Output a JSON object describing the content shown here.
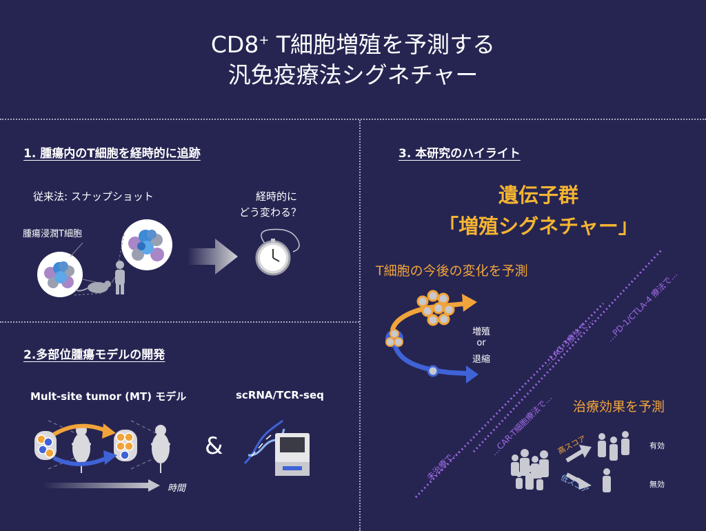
{
  "title": {
    "line1_main": "CD8",
    "line1_sup": "+",
    "line1_rest": " T細胞増殖を予測する",
    "line2": "汎免疫療法シグネチャー"
  },
  "section1": {
    "heading": "1. 腫瘍内のT細胞を経時的に追跡",
    "conventional": "従来法: スナップショット",
    "infiltrating": "腫瘍浸潤T細胞",
    "question_line1": "経時的に",
    "question_line2": "どう変わる？"
  },
  "section2": {
    "heading": "2.多部位腫瘍モデルの開発",
    "mt_model": "Mult-site tumor (MT) モデル",
    "seq": "scRNA/TCR-seq",
    "ampersand": "&",
    "time": "時間"
  },
  "section3": {
    "heading": "3. 本研究のハイライト",
    "highlight_line1": "遺伝子群",
    "highlight_line2": "「増殖シグネチャー」",
    "predict_tcell": "T細胞の今後の変化を予測",
    "outcome_line1": "増殖",
    "outcome_line2": "or",
    "outcome_line3": "退縮",
    "predict_effect": "治療効果を予測",
    "high_score": "高スコア",
    "low_score": "低スコア",
    "effective": "有効",
    "ineffective": "無効",
    "therapies": {
      "untreated": "未治療で…",
      "car_t": "…CAR-T細胞療法で…",
      "lag3": "…LAG-3療法で…",
      "pd1": "…PD-1/CTLA-4 療法で…"
    }
  },
  "colors": {
    "background": "#262552",
    "orange": "#f1a43a",
    "highlight": "#f5b431",
    "blue": "#3f63d6",
    "purple": "#a16be8",
    "divider": "#a9a9c4"
  },
  "icons": [
    "tumor-cell-cluster-icon",
    "mouse-icon",
    "researcher-icon",
    "arrow-right-icon",
    "pocket-watch-icon",
    "dna-icon",
    "sequencer-icon",
    "people-group-icon"
  ]
}
